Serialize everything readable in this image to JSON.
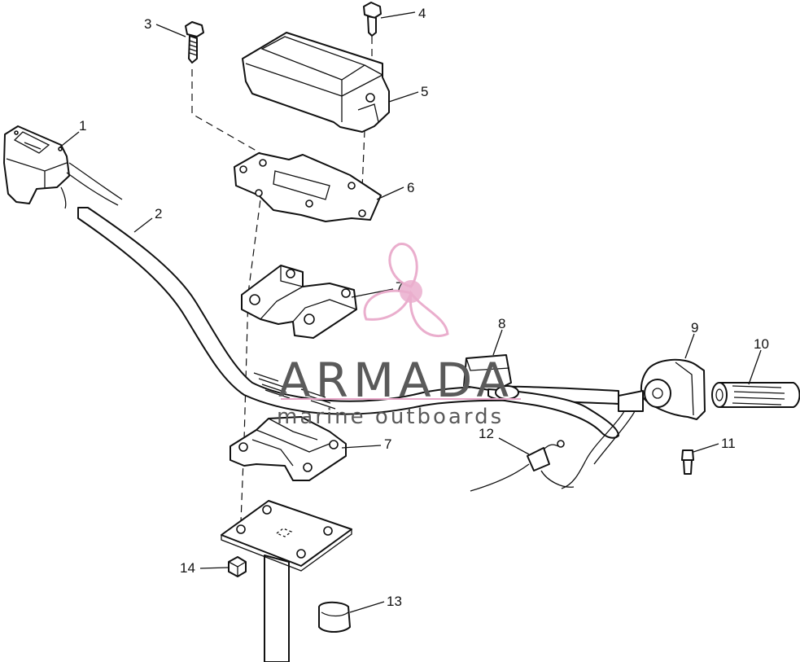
{
  "callouts": [
    {
      "id": "1",
      "label": "1"
    },
    {
      "id": "2",
      "label": "2"
    },
    {
      "id": "3",
      "label": "3"
    },
    {
      "id": "4",
      "label": "4"
    },
    {
      "id": "5",
      "label": "5"
    },
    {
      "id": "6",
      "label": "6"
    },
    {
      "id": "7a",
      "label": "7"
    },
    {
      "id": "7b",
      "label": "7"
    },
    {
      "id": "8",
      "label": "8"
    },
    {
      "id": "9",
      "label": "9"
    },
    {
      "id": "10",
      "label": "10"
    },
    {
      "id": "11",
      "label": "11"
    },
    {
      "id": "12",
      "label": "12"
    },
    {
      "id": "13",
      "label": "13"
    },
    {
      "id": "14",
      "label": "14"
    }
  ],
  "watermark": {
    "brand": "ARMADA",
    "tagline": "marine outboards",
    "colors": {
      "logo": "#e8a6c8",
      "logo_dark": "#d67fb0",
      "text": "#5a5a5a"
    }
  }
}
